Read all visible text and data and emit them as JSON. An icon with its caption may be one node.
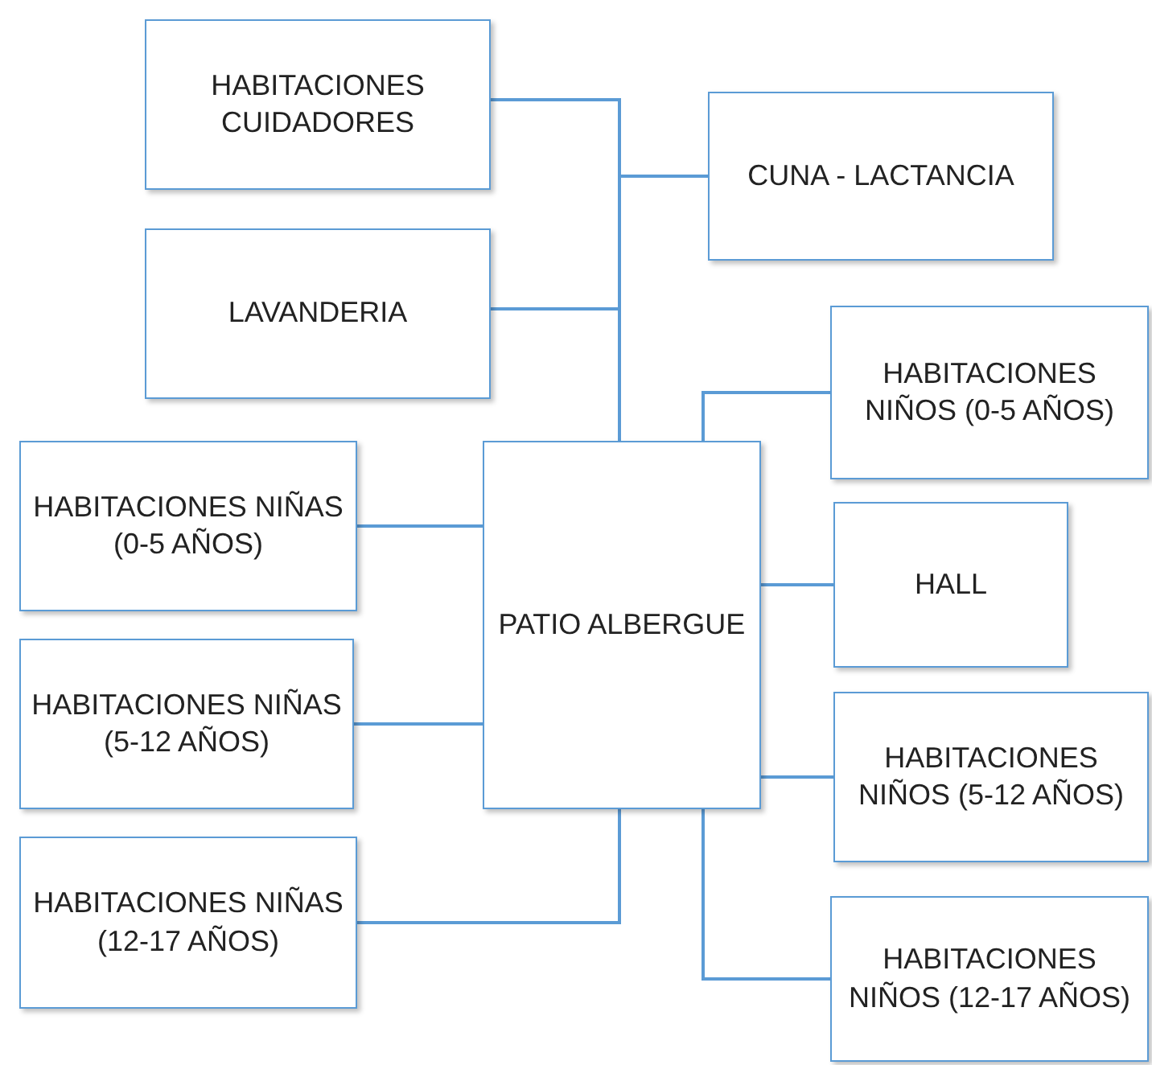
{
  "diagram": {
    "nodes": [
      {
        "text": [
          "HABITACIONES CUIDADORES"
        ]
      },
      {
        "text": [
          "CUNA - LACTANCIA"
        ]
      },
      {
        "text": [
          "LAVANDERIA"
        ]
      },
      {
        "text": [
          "HABITACIONES NIÑOS (0-5 AÑOS)"
        ]
      },
      {
        "text": [
          "HABITACIONES NIÑAS (0-5 AÑOS)"
        ]
      },
      {
        "text": [
          "PATIO ALBERGUE"
        ]
      },
      {
        "text": [
          "HALL"
        ]
      },
      {
        "text": [
          "HABITACIONES NIÑAS (5-12 AÑOS)"
        ]
      },
      {
        "text": [
          "HABITACIONES NIÑOS (5-12 AÑOS)"
        ]
      },
      {
        "text": [
          "HABITACIONES NIÑAS (12-17 AÑOS)"
        ]
      },
      {
        "text": [
          "HABITACIONES NIÑOS (12-17 AÑOS)"
        ]
      }
    ],
    "edges": [
      {
        "from": 5,
        "to": 0,
        "arrow": "none"
      },
      {
        "from": 5,
        "to": 1,
        "arrow": "none"
      },
      {
        "from": 5,
        "to": 2,
        "arrow": "none"
      },
      {
        "from": 5,
        "to": 3,
        "arrow": "none"
      },
      {
        "from": 5,
        "to": 4,
        "arrow": "none"
      },
      {
        "from": 5,
        "to": 6,
        "arrow": "none"
      },
      {
        "from": 5,
        "to": 7,
        "arrow": "none"
      },
      {
        "from": 5,
        "to": 8,
        "arrow": "none"
      },
      {
        "from": 5,
        "to": 9,
        "arrow": "none"
      },
      {
        "from": 5,
        "to": 10,
        "arrow": "none"
      }
    ]
  }
}
